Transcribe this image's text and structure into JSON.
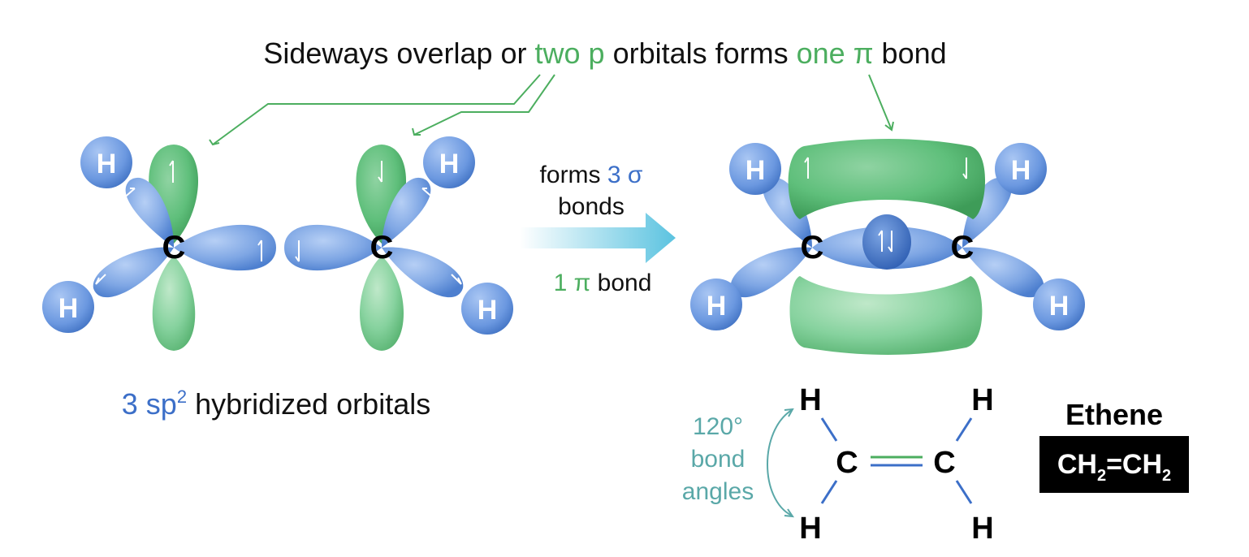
{
  "colors": {
    "green": "#4cae5f",
    "blue": "#3c6fc8",
    "teal": "#5aa8a8",
    "lobe_blue": "#7ea6e4",
    "lobe_green": "#7fcf97",
    "black": "#111111"
  },
  "title": {
    "part1": "Sideways overlap or ",
    "part2": "two p",
    "part3": " orbitals forms ",
    "part4": "one π",
    "part5": " bond"
  },
  "arrow_label": {
    "forms": "forms ",
    "num3": "3 σ",
    "bonds": "bonds",
    "one_pi": "1 π",
    "bond": " bond"
  },
  "hybrid_label": {
    "num": "3 sp",
    "sup": "2",
    "rest": " hybridized orbitals"
  },
  "angle_label": {
    "line1": "120°",
    "line2": "bond",
    "line3": "angles"
  },
  "atoms": {
    "carbon": "C",
    "hydrogen": "H"
  },
  "ethene": {
    "name": "Ethene",
    "formula": [
      "CH",
      "2",
      "=CH",
      "2"
    ]
  }
}
